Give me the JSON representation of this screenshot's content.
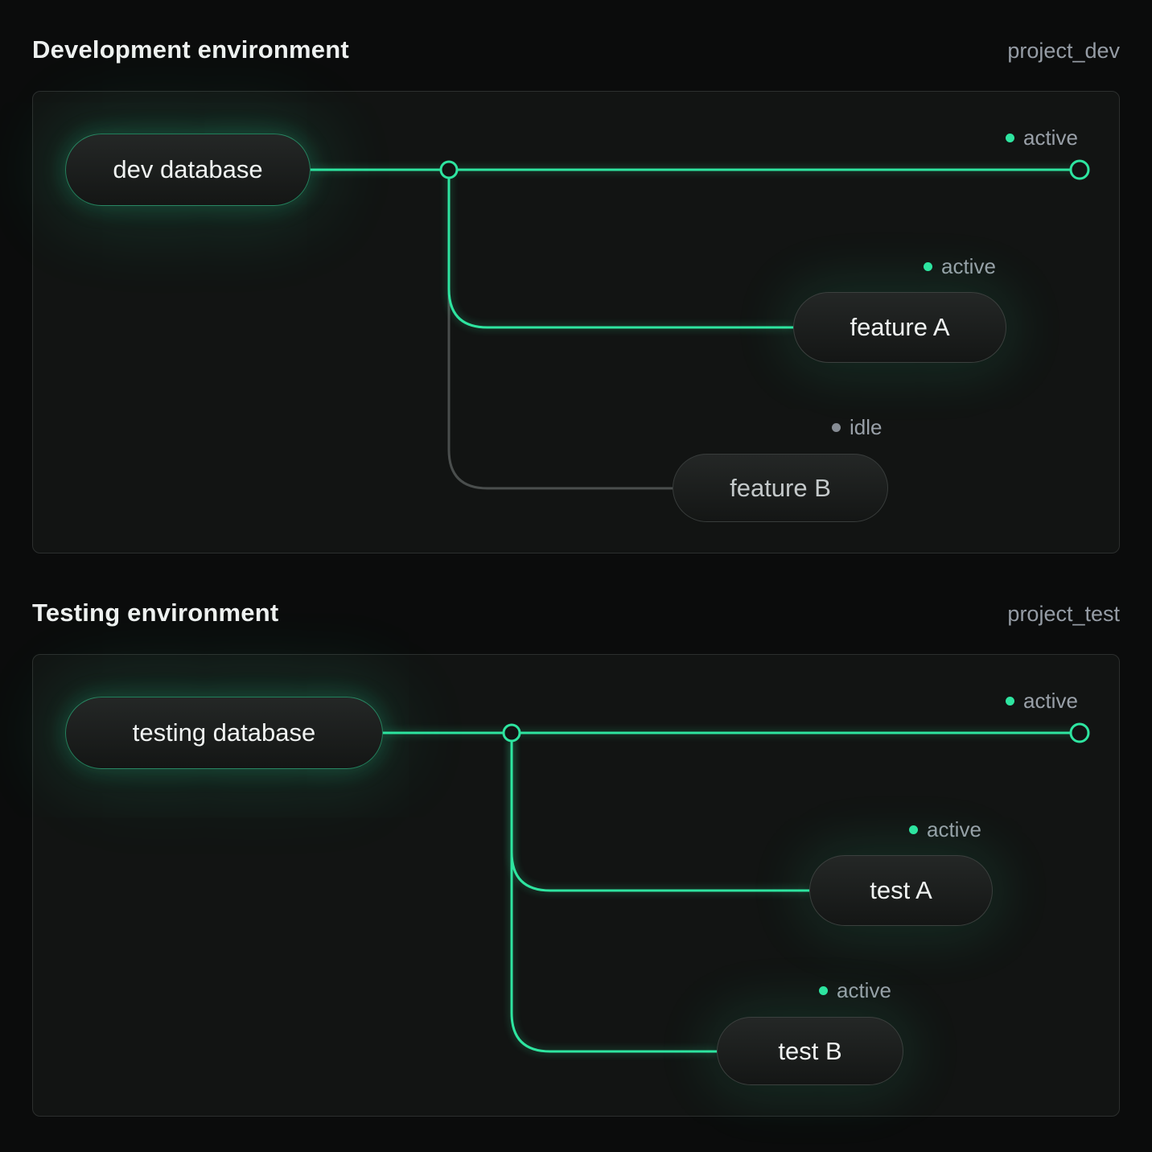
{
  "colors": {
    "accent_green": "#2ee5a0",
    "idle_gray": "#868c94",
    "background": "#0b0c0c",
    "panel_background": "#121413"
  },
  "environments": [
    {
      "title": "Development environment",
      "project": "project_dev",
      "database": {
        "label": "dev database"
      },
      "trunk_status": "active",
      "branches": [
        {
          "label": "feature A",
          "status": "active"
        },
        {
          "label": "feature B",
          "status": "idle"
        }
      ]
    },
    {
      "title": "Testing environment",
      "project": "project_test",
      "database": {
        "label": "testing database"
      },
      "trunk_status": "active",
      "branches": [
        {
          "label": "test A",
          "status": "active"
        },
        {
          "label": "test B",
          "status": "active"
        }
      ]
    }
  ]
}
